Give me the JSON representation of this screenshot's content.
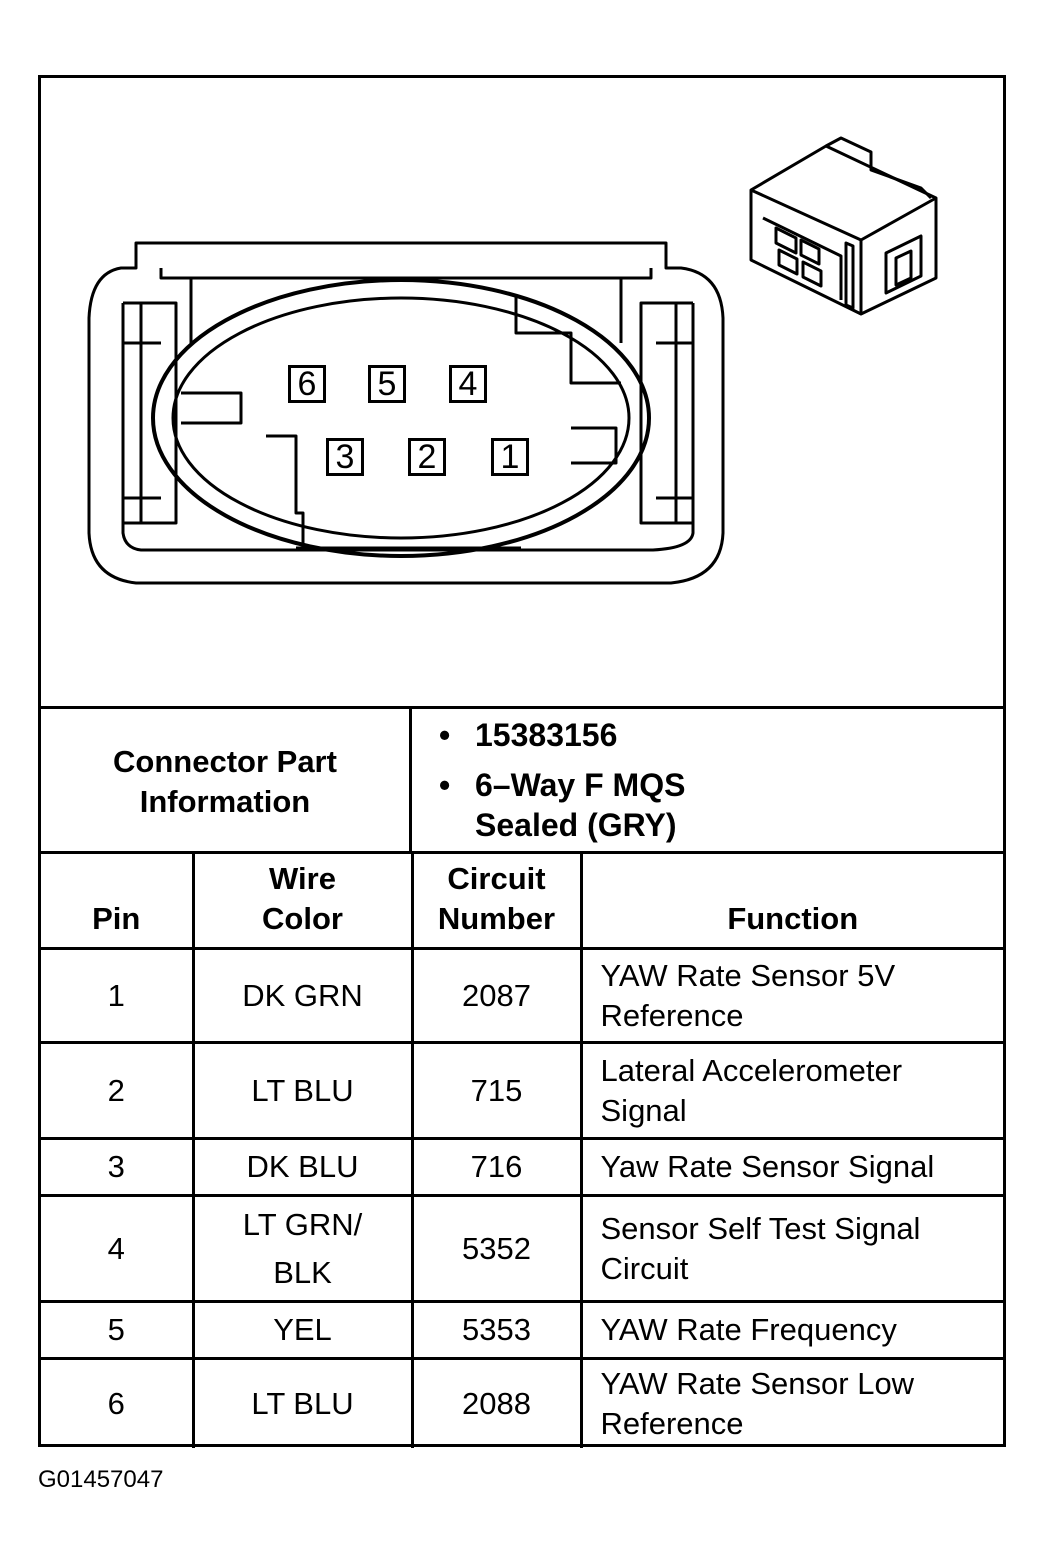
{
  "connector_face": {
    "pins": [
      "6",
      "5",
      "4",
      "3",
      "2",
      "1"
    ]
  },
  "connector_info": {
    "label": "Connector Part Information",
    "items": [
      "15383156",
      "6–Way F MQS Sealed (GRY)"
    ]
  },
  "table": {
    "headers": {
      "pin": "Pin",
      "wire_color": "Wire Color",
      "circuit_number": "Circuit Number",
      "function": "Function"
    },
    "rows": [
      {
        "pin": "1",
        "wire": "DK GRN",
        "circuit": "2087",
        "function": "YAW Rate Sensor 5V Reference"
      },
      {
        "pin": "2",
        "wire": "LT BLU",
        "circuit": "715",
        "function": "Lateral Accelerometer Signal"
      },
      {
        "pin": "3",
        "wire": "DK BLU",
        "circuit": "716",
        "function": "Yaw Rate Sensor Signal"
      },
      {
        "pin": "4",
        "wire": "LT GRN/ BLK",
        "circuit": "5352",
        "function": "Sensor Self Test Signal Circuit"
      },
      {
        "pin": "5",
        "wire": "YEL",
        "circuit": "5353",
        "function": "YAW Rate Frequency"
      },
      {
        "pin": "6",
        "wire": "LT BLU",
        "circuit": "2088",
        "function": "YAW Rate Sensor Low Reference"
      }
    ]
  },
  "figure_id": "G01457047"
}
